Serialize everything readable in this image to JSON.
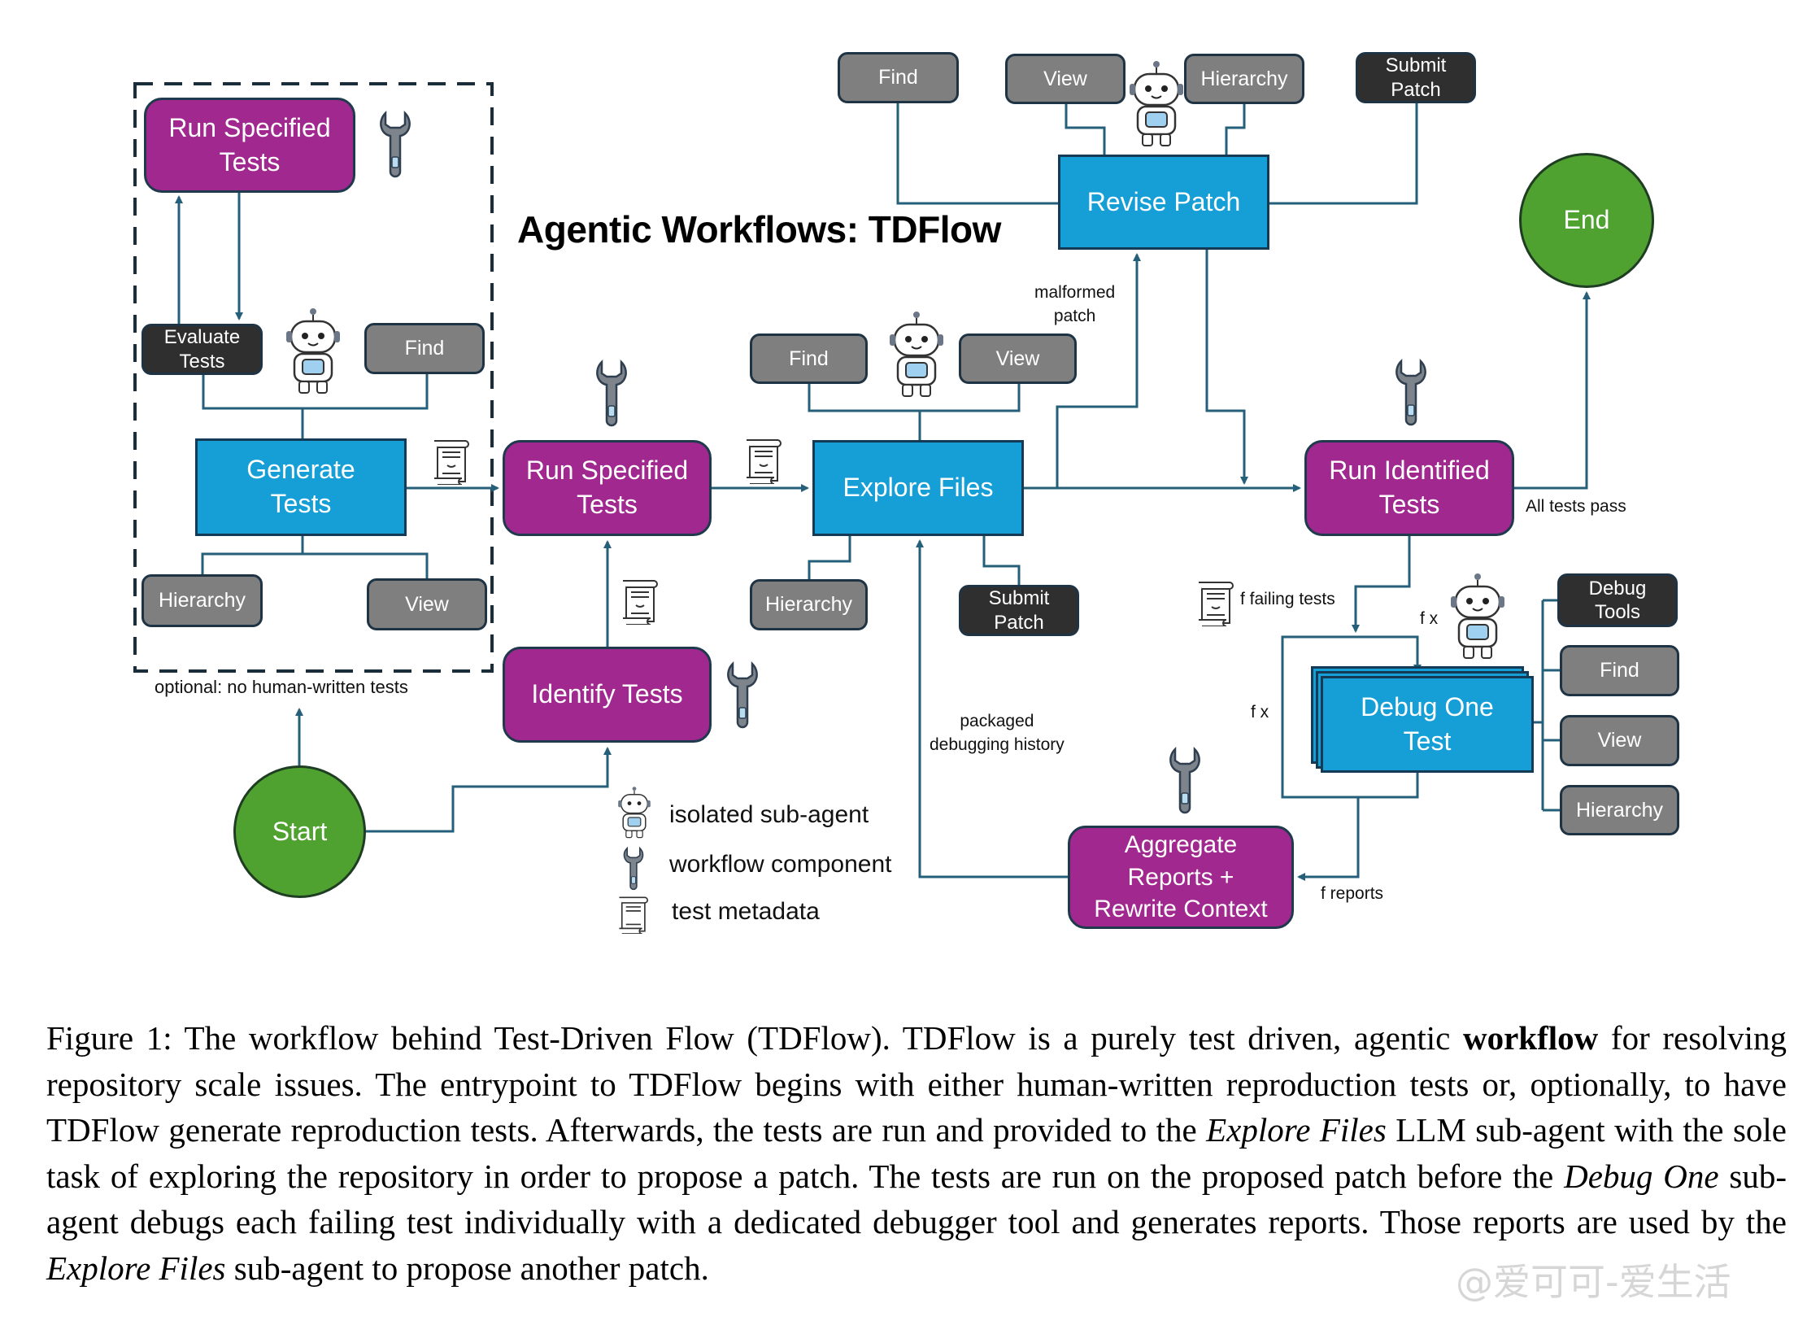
{
  "title": "Agentic Workflows: TDFlow",
  "colors": {
    "workflow_component": "#a0288f",
    "sub_agent": "#159fd6",
    "tool": "#7f7f7f",
    "special_tool": "#2f2f2f",
    "terminal": "#4fa22f",
    "connector": "#255f7a"
  },
  "optional_region": {
    "label": "optional: no human-written tests",
    "run_specified_tests": "Run Specified\nTests",
    "evaluate_tests": "Evaluate\nTests",
    "find": "Find",
    "generate_tests": "Generate\nTests",
    "hierarchy": "Hierarchy",
    "view": "View"
  },
  "nodes": {
    "run_specified_tests": "Run Specified\nTests",
    "identify_tests": "Identify Tests",
    "start": "Start",
    "explore_files": "Explore Files",
    "explore_find": "Find",
    "explore_view": "View",
    "explore_hierarchy": "Hierarchy",
    "explore_submit_patch": "Submit\nPatch",
    "revise_patch": "Revise Patch",
    "revise_find": "Find",
    "revise_view": "View",
    "revise_hierarchy": "Hierarchy",
    "revise_submit_patch": "Submit\nPatch",
    "end": "End",
    "run_identified_tests": "Run Identified\nTests",
    "debug_one_test": "Debug One\nTest",
    "debug_tools": "Debug\nTools",
    "debug_find": "Find",
    "debug_view": "View",
    "debug_hierarchy": "Hierarchy",
    "aggregate": "Aggregate\nReports +\nRewrite Context"
  },
  "edge_labels": {
    "malformed_patch": "malformed\npatch",
    "all_tests_pass": "All tests pass",
    "failing_tests": "f failing tests",
    "fx_top": "f x",
    "fx_left": "f x",
    "reports": "f reports",
    "packaged_history": "packaged\ndebugging history"
  },
  "legend": [
    {
      "icon": "robot-icon",
      "label": "isolated sub-agent"
    },
    {
      "icon": "wrench-icon",
      "label": "workflow component"
    },
    {
      "icon": "scroll-icon",
      "label": "test metadata"
    }
  ],
  "caption": {
    "parts": [
      {
        "t": "Figure 1: The workflow behind Test-Driven Flow (TDFlow). TDFlow is a purely test driven, agentic ",
        "s": "n"
      },
      {
        "t": "workflow",
        "s": "b"
      },
      {
        "t": " for resolving repository scale issues. The entrypoint to TDFlow begins with either human-written reproduction tests or, optionally, to have TDFlow generate reproduction tests. Afterwards, the tests are run and provided to the ",
        "s": "n"
      },
      {
        "t": "Explore Files",
        "s": "i"
      },
      {
        "t": " LLM sub-agent with the sole task of exploring the repository in order to propose a patch. The tests are run on the proposed patch before the ",
        "s": "n"
      },
      {
        "t": "Debug One",
        "s": "i"
      },
      {
        "t": " sub-agent debugs each failing test individually with a dedicated debugger tool and generates reports. Those reports are used by the ",
        "s": "n"
      },
      {
        "t": "Explore Files",
        "s": "i"
      },
      {
        "t": " sub-agent to propose another patch.",
        "s": "n"
      }
    ]
  },
  "watermark": "@爱可可-爱生活"
}
